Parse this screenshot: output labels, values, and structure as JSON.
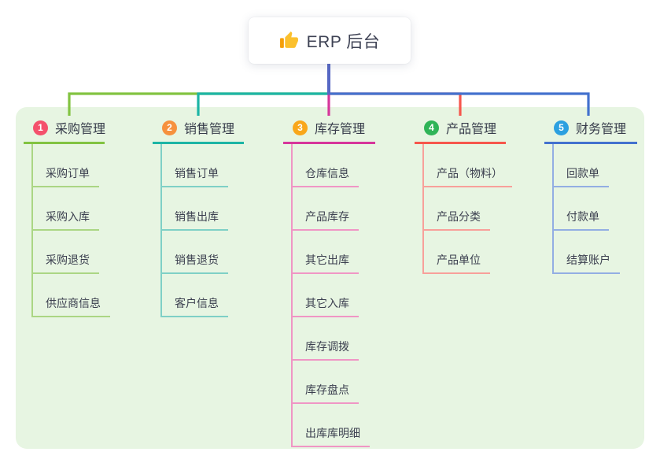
{
  "root": {
    "label": "ERP 后台",
    "icon": "thumbs-up"
  },
  "panel": {
    "background": "#E7F5E2"
  },
  "connectors": {
    "stem_color": "#5667C4"
  },
  "columns": [
    {
      "badge": "1",
      "title": "采购管理",
      "accent_color": "#82C341",
      "badge_color": "#F4516C",
      "item_line_color": "#ABD684",
      "items": [
        "采购订单",
        "采购入库",
        "采购退货",
        "供应商信息"
      ]
    },
    {
      "badge": "2",
      "title": "销售管理",
      "accent_color": "#1CB5A5",
      "badge_color": "#F6913E",
      "item_line_color": "#7FD0C6",
      "items": [
        "销售订单",
        "销售出库",
        "销售退货",
        "客户信息"
      ]
    },
    {
      "badge": "3",
      "title": "库存管理",
      "accent_color": "#D6369B",
      "badge_color": "#F9A71B",
      "item_line_color": "#F096C5",
      "items": [
        "仓库信息",
        "产品库存",
        "其它出库",
        "其它入库",
        "库存调拨",
        "库存盘点",
        "出库库明细"
      ]
    },
    {
      "badge": "4",
      "title": "产品管理",
      "accent_color": "#F6564C",
      "badge_color": "#2FB457",
      "item_line_color": "#F8A09A",
      "items": [
        "产品（物料）",
        "产品分类",
        "产品单位"
      ]
    },
    {
      "badge": "5",
      "title": "财务管理",
      "accent_color": "#4371CE",
      "badge_color": "#2CA0E0",
      "item_line_color": "#93AEE3",
      "items": [
        "回款单",
        "付款单",
        "结算账户"
      ]
    }
  ]
}
